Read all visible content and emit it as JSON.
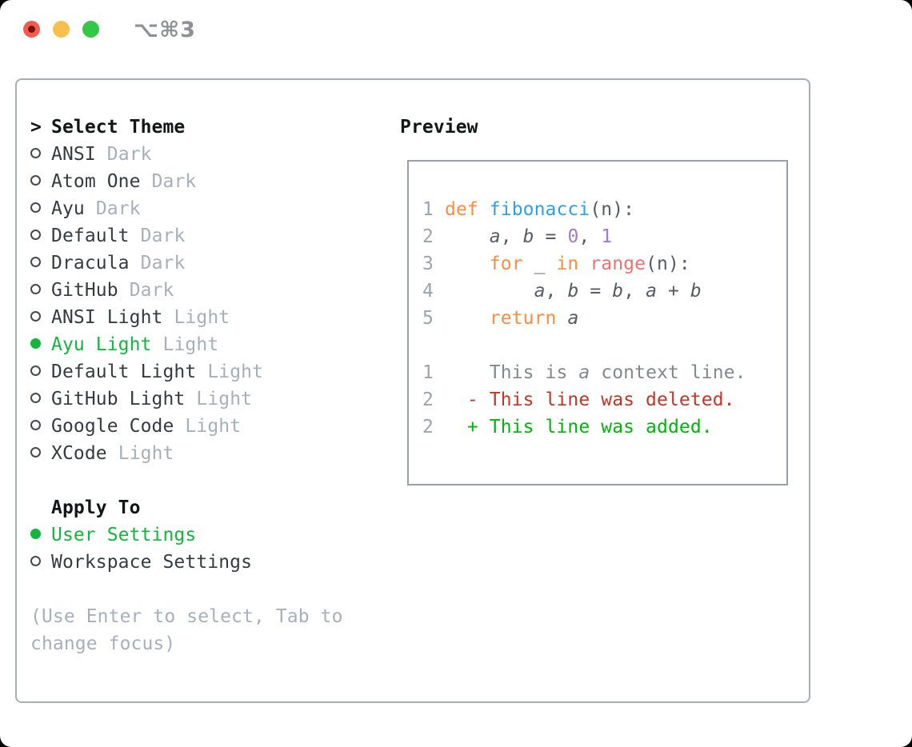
{
  "window": {
    "shortcut_label": "⌥⌘3"
  },
  "theme_picker": {
    "prompt": ">",
    "header": "Select Theme",
    "items": [
      {
        "name": "ANSI",
        "variant": "Dark",
        "selected": false
      },
      {
        "name": "Atom One",
        "variant": "Dark",
        "selected": false
      },
      {
        "name": "Ayu",
        "variant": "Dark",
        "selected": false
      },
      {
        "name": "Default",
        "variant": "Dark",
        "selected": false
      },
      {
        "name": "Dracula",
        "variant": "Dark",
        "selected": false
      },
      {
        "name": "GitHub",
        "variant": "Dark",
        "selected": false
      },
      {
        "name": "ANSI Light",
        "variant": "Light",
        "selected": false
      },
      {
        "name": "Ayu Light",
        "variant": "Light",
        "selected": true
      },
      {
        "name": "Default Light",
        "variant": "Light",
        "selected": false
      },
      {
        "name": "GitHub Light",
        "variant": "Light",
        "selected": false
      },
      {
        "name": "Google Code",
        "variant": "Light",
        "selected": false
      },
      {
        "name": "XCode",
        "variant": "Light",
        "selected": false
      }
    ],
    "apply_to": {
      "header": "Apply To",
      "options": [
        {
          "label": "User Settings",
          "selected": true
        },
        {
          "label": "Workspace Settings",
          "selected": false
        }
      ]
    },
    "hint_lines": [
      "(Use Enter to select, Tab to",
      "change focus)"
    ]
  },
  "preview": {
    "header": "Preview",
    "code_lines": [
      {
        "num": "1",
        "segments": [
          {
            "t": "def"
          },
          {
            "t": " "
          },
          {
            "t": "fibonacci"
          },
          {
            "t": "(n):"
          }
        ]
      },
      {
        "num": "2",
        "segments": [
          {
            "t": "    "
          },
          {
            "t": "a"
          },
          {
            "t": ", "
          },
          {
            "t": "b"
          },
          {
            "t": " = "
          },
          {
            "t": "0"
          },
          {
            "t": ", "
          },
          {
            "t": "1"
          }
        ]
      },
      {
        "num": "3",
        "segments": [
          {
            "t": "    "
          },
          {
            "t": "for"
          },
          {
            "t": " _ "
          },
          {
            "t": "in"
          },
          {
            "t": " "
          },
          {
            "t": "range"
          },
          {
            "t": "(n):"
          }
        ]
      },
      {
        "num": "4",
        "segments": [
          {
            "t": "        "
          },
          {
            "t": "a"
          },
          {
            "t": ", "
          },
          {
            "t": "b"
          },
          {
            "t": " = "
          },
          {
            "t": "b"
          },
          {
            "t": ", "
          },
          {
            "t": "a"
          },
          {
            "t": " + "
          },
          {
            "t": "b"
          }
        ]
      },
      {
        "num": "5",
        "segments": [
          {
            "t": "    "
          },
          {
            "t": "return"
          },
          {
            "t": " "
          },
          {
            "t": "a"
          }
        ]
      }
    ],
    "diff_lines": [
      {
        "num": "1",
        "segments": [
          {
            "t": "    This is "
          },
          {
            "t": "a"
          },
          {
            "t": " context line."
          }
        ]
      },
      {
        "num": "2",
        "segments": [
          {
            "t": "  - This line was deleted."
          }
        ]
      },
      {
        "num": "2",
        "segments": [
          {
            "t": "  + This line was added."
          }
        ]
      }
    ]
  },
  "colors": {
    "traffic_red": "#f25c50",
    "traffic_red_dot": "#7a120a",
    "traffic_yellow": "#f6bf50",
    "traffic_green": "#34c748",
    "shortcut": "#8d9196",
    "panel_border": "#a6aeb8",
    "box_border": "#98a1ab",
    "text_strong": "#131619",
    "text_main": "#363b42",
    "text_muted": "#a6b0bc",
    "hint": "#a6b0bc",
    "green": "#14b53c",
    "kw": "#fa8d3e",
    "fn": "#2ea0e6",
    "num": "#a37acc",
    "call": "#f07171",
    "code_plain": "#565b66",
    "line_num": "#9ba4ae",
    "ctx": "#83888f",
    "del": "#c53524",
    "add": "#00b50b"
  }
}
